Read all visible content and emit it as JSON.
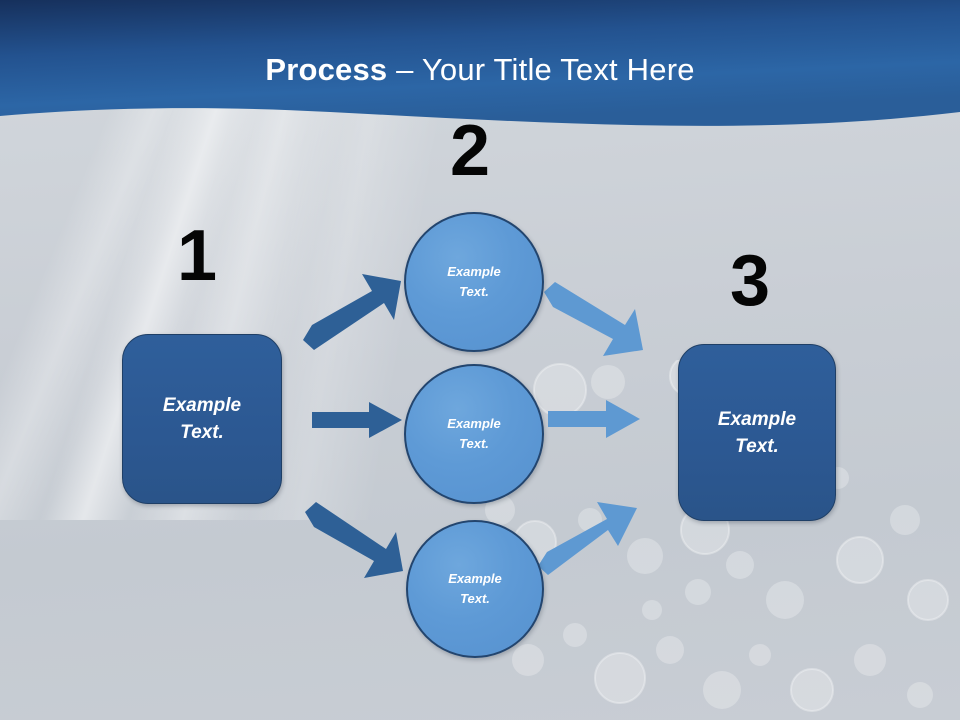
{
  "slide": {
    "title": {
      "bold_part": "Process",
      "rest_part": " – Your Title Text Here",
      "full": "Process – Your Title Text Here"
    },
    "theme": {
      "header_blue_dark": "#1F3E72",
      "header_blue_light": "#2E66A8",
      "background_gray": "#C9CED5",
      "box_fill": "#2C5892",
      "box_border": "#1F3F66",
      "circle_fill": "#5E9AD6",
      "circle_border": "#23456E",
      "arrow_dark_blue": "#2E6096",
      "arrow_light_blue": "#5E99D2",
      "number_color": "#050505",
      "text_white": "#FFFFFF"
    }
  },
  "steps": [
    {
      "number": "1",
      "label_line1": "Example",
      "label_line2": "Text.",
      "shape": "rounded-rectangle"
    },
    {
      "number": "2",
      "label_line1": "Example",
      "label_line2": "Text.",
      "shape": "circle"
    },
    {
      "number": "3",
      "label_line1": "Example",
      "label_line2": "Text.",
      "shape": "rounded-rectangle"
    }
  ],
  "middle_circles": [
    {
      "line1": "Example",
      "line2": "Text."
    },
    {
      "line1": "Example",
      "line2": "Text."
    },
    {
      "line1": "Example",
      "line2": "Text."
    }
  ],
  "arrows": [
    {
      "name": "arrow-start-to-circle-top",
      "direction": "up-right",
      "color": "#2E6096"
    },
    {
      "name": "arrow-start-to-circle-middle",
      "direction": "right",
      "color": "#2E6096"
    },
    {
      "name": "arrow-start-to-circle-bottom",
      "direction": "down-right",
      "color": "#2E6096"
    },
    {
      "name": "arrow-circle-top-to-end",
      "direction": "down-right",
      "color": "#5E99D2"
    },
    {
      "name": "arrow-circle-middle-to-end",
      "direction": "right",
      "color": "#5E99D2"
    },
    {
      "name": "arrow-circle-bottom-to-end",
      "direction": "up-right",
      "color": "#5E99D2"
    }
  ]
}
